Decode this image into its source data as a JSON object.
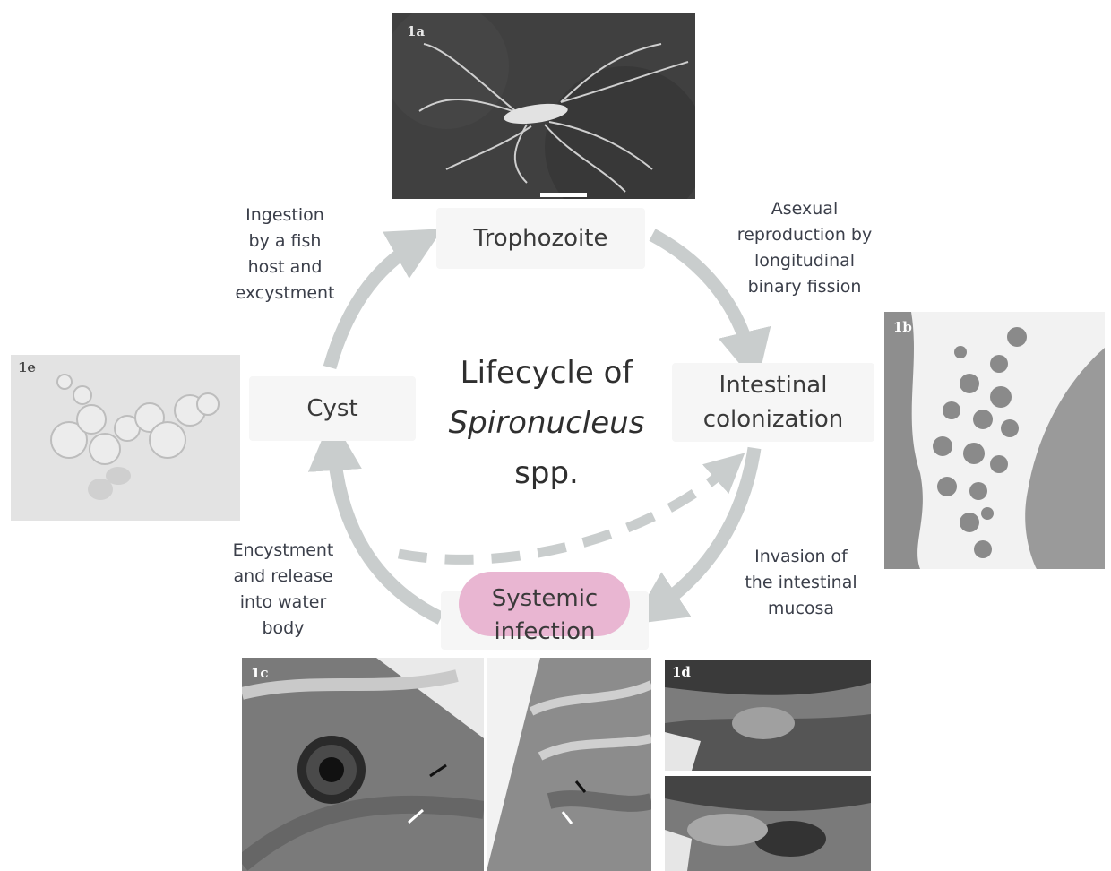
{
  "center": {
    "line1": "Lifecycle of",
    "line2": "Spironucleus",
    "line3": "spp."
  },
  "stages": {
    "trophozoite": "Trophozoite",
    "intestinal_1": "Intestinal",
    "intestinal_2": "colonization",
    "systemic_1": "Systemic",
    "systemic_2": "infection",
    "cyst": "Cyst"
  },
  "transitions": {
    "ingestion": [
      "Ingestion",
      "by a fish",
      "host and",
      "excystment"
    ],
    "asexual": [
      "Asexual",
      "reproduction by",
      "longitudinal",
      "binary fission"
    ],
    "invasion": [
      "Invasion of",
      "the intestinal",
      "mucosa"
    ],
    "encystment": [
      "Encystment",
      "and release",
      "into water",
      "body"
    ]
  },
  "panels": {
    "p1a": "1a",
    "p1b": "1b",
    "p1c": "1c",
    "p1d": "1d",
    "p1e": "1e"
  },
  "colors": {
    "arrow": "#c9cdcd",
    "node_bg": "#f6f6f6",
    "highlight": "#e9b6d2"
  }
}
